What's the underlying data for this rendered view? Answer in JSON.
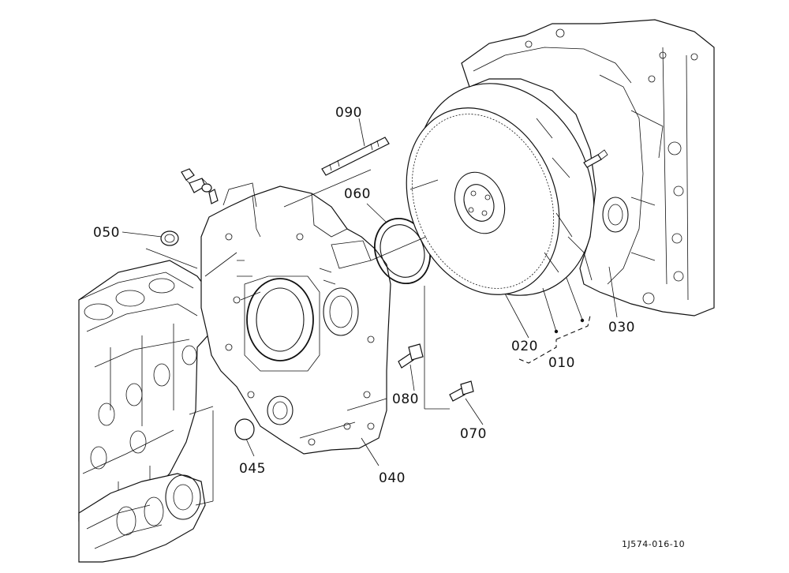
{
  "callouts": {
    "c090": "090",
    "c060": "060",
    "c050": "050",
    "c045": "045",
    "c040": "040",
    "c070": "070",
    "c080": "080",
    "c020": "020",
    "c010": "010",
    "c030": "030"
  },
  "drawing_code": "1J574-016-10",
  "colors": {
    "line": "#111111",
    "background": "#ffffff"
  }
}
